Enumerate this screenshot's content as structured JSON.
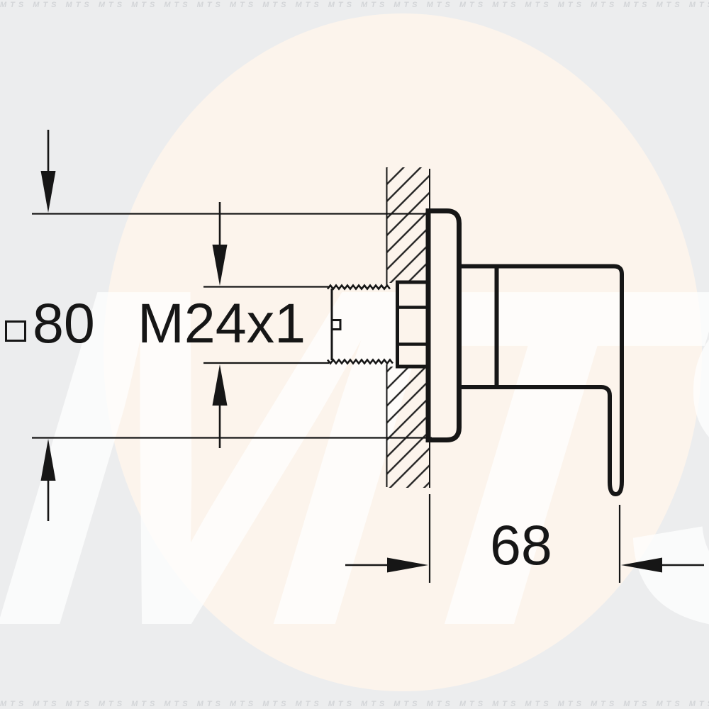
{
  "watermark": {
    "text": "MTS"
  },
  "dimensions": {
    "plate": {
      "symbol": "square-outline",
      "value": "80"
    },
    "thread": {
      "value": "M24x1"
    },
    "depth": {
      "value": "68"
    }
  },
  "colors": {
    "line": "#161616",
    "page_bg": "#ecedee",
    "circle_bg": "#fcf4ec",
    "watermark": "#ffffff"
  }
}
